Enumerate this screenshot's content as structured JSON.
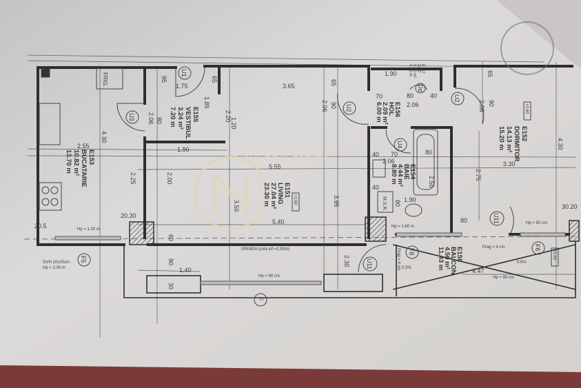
{
  "drawing": {
    "rooms": [
      {
        "code": "E153",
        "name": "BUCATARIE",
        "area": "10.82 m²",
        "perimeter": "13.70 m"
      },
      {
        "code": "E155",
        "name": "VESTIBUL",
        "area": "3.24 m²",
        "perimeter": "7.20 m"
      },
      {
        "code": "E151",
        "name": "LIVING",
        "area": "27.04 m²",
        "perimeter": "23.30 m"
      },
      {
        "code": "E156",
        "name": "HOL",
        "area": "2.09 m²",
        "perimeter": "6.00 m"
      },
      {
        "code": "E154",
        "name": "BAIE",
        "area": "4.44 m²",
        "perimeter": "8.80 m"
      },
      {
        "code": "E152",
        "name": "DORMITOR",
        "area": "14.13 m²",
        "perimeter": "15.20 m"
      },
      {
        "code": "E157",
        "name": "DEP",
        "area": "0.70 m²",
        "perimeter": "4.40 m"
      },
      {
        "code": "E158",
        "name": "BALCON",
        "area": "4.50 m²",
        "perimeter": "11.43 m"
      }
    ],
    "doors": [
      "U1",
      "U3",
      "U2",
      "U2",
      "Ud",
      "U4",
      "U11",
      "U11",
      "F5",
      "F8",
      "F6",
      "F"
    ],
    "dimensions": [
      "1.75",
      "3.65",
      "1.90",
      "2.06",
      "2.55",
      "1.90",
      "5.55",
      "3.30",
      "5.40",
      "1.40",
      "4.47",
      "20.30",
      "20.5",
      "30.20",
      "4.30",
      "2.25",
      "2.00",
      "1.85",
      "2.20",
      "3.50",
      "3.95",
      "2.06",
      "90",
      "2.75",
      "4.30",
      "2.30",
      "2.06",
      "90",
      "65",
      "95",
      "80",
      "2.06",
      "70",
      "80",
      "40",
      "40",
      "70",
      "80",
      "2.06",
      "1.90",
      "2.50",
      "80",
      "80",
      "40",
      "65",
      "65",
      "60",
      "90",
      "30",
      "1.20"
    ],
    "notes": {
      "frig": "FRIG.",
      "msr": "M.S.R.",
      "hp_kitchen": "Hp = 1.20 m",
      "hp_living": "Hp = 90 cm",
      "hp_bath": "Hp = 1.60 m",
      "hp_bed": "Hp = 90 cm",
      "hp_balcony": "Hp = 90 cm",
      "grinda": "GRINDA (cota inf =2.30m)",
      "gvh": "GVH 20x25cm",
      "hp_gvh": "Hp = 2.05 m",
      "prag1": "Prag = 4 cm",
      "prag2": "Prag = 4 cm",
      "level_bed": "+2.60",
      "level_living": "+2.60",
      "level_balcony": "+2.65",
      "slope1": "0.5%",
      "slope2": "0.5%"
    },
    "watermark": "NOYA REAL ESTATE"
  }
}
